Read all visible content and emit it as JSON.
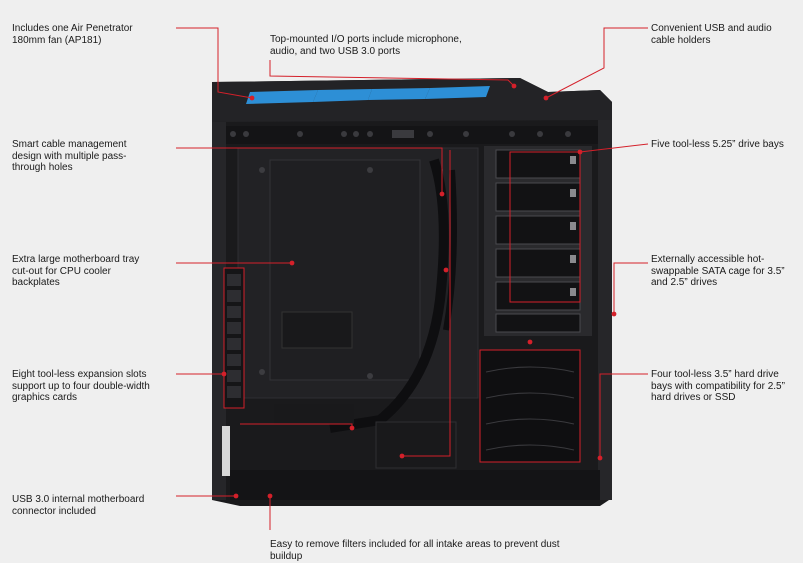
{
  "callouts": {
    "fan": "Includes one Air Penetrator 180mm fan (AP181)",
    "io_ports": "Top-mounted I/O ports include microphone, audio, and two USB 3.0 ports",
    "usb_holders": "Convenient USB and audio cable holders",
    "cable_mgmt": "Smart cable management design with multiple pass-through holes",
    "drive_bays": "Five tool-less 5.25” drive bays",
    "tray_cutout": "Extra large motherboard tray cut-out for CPU cooler backplates",
    "sata_cage": "Externally accessible hot-swappable SATA cage for 3.5” and 2.5” drives",
    "expansion": "Eight tool-less expansion slots support up to four double-width graphics cards",
    "hdd_bays": "Four tool-less 3.5” hard drive bays with compatibility for 2.5” hard drives or SSD",
    "usb_connector": "USB 3.0 internal motherboard connector included",
    "filters": "Easy to remove filters included for all intake areas to prevent dust buildup"
  },
  "colors": {
    "background": "#efefef",
    "callout_line": "#d4202a",
    "fan_blue": "#2d8fd6",
    "case_body": "#1c1c1e"
  }
}
